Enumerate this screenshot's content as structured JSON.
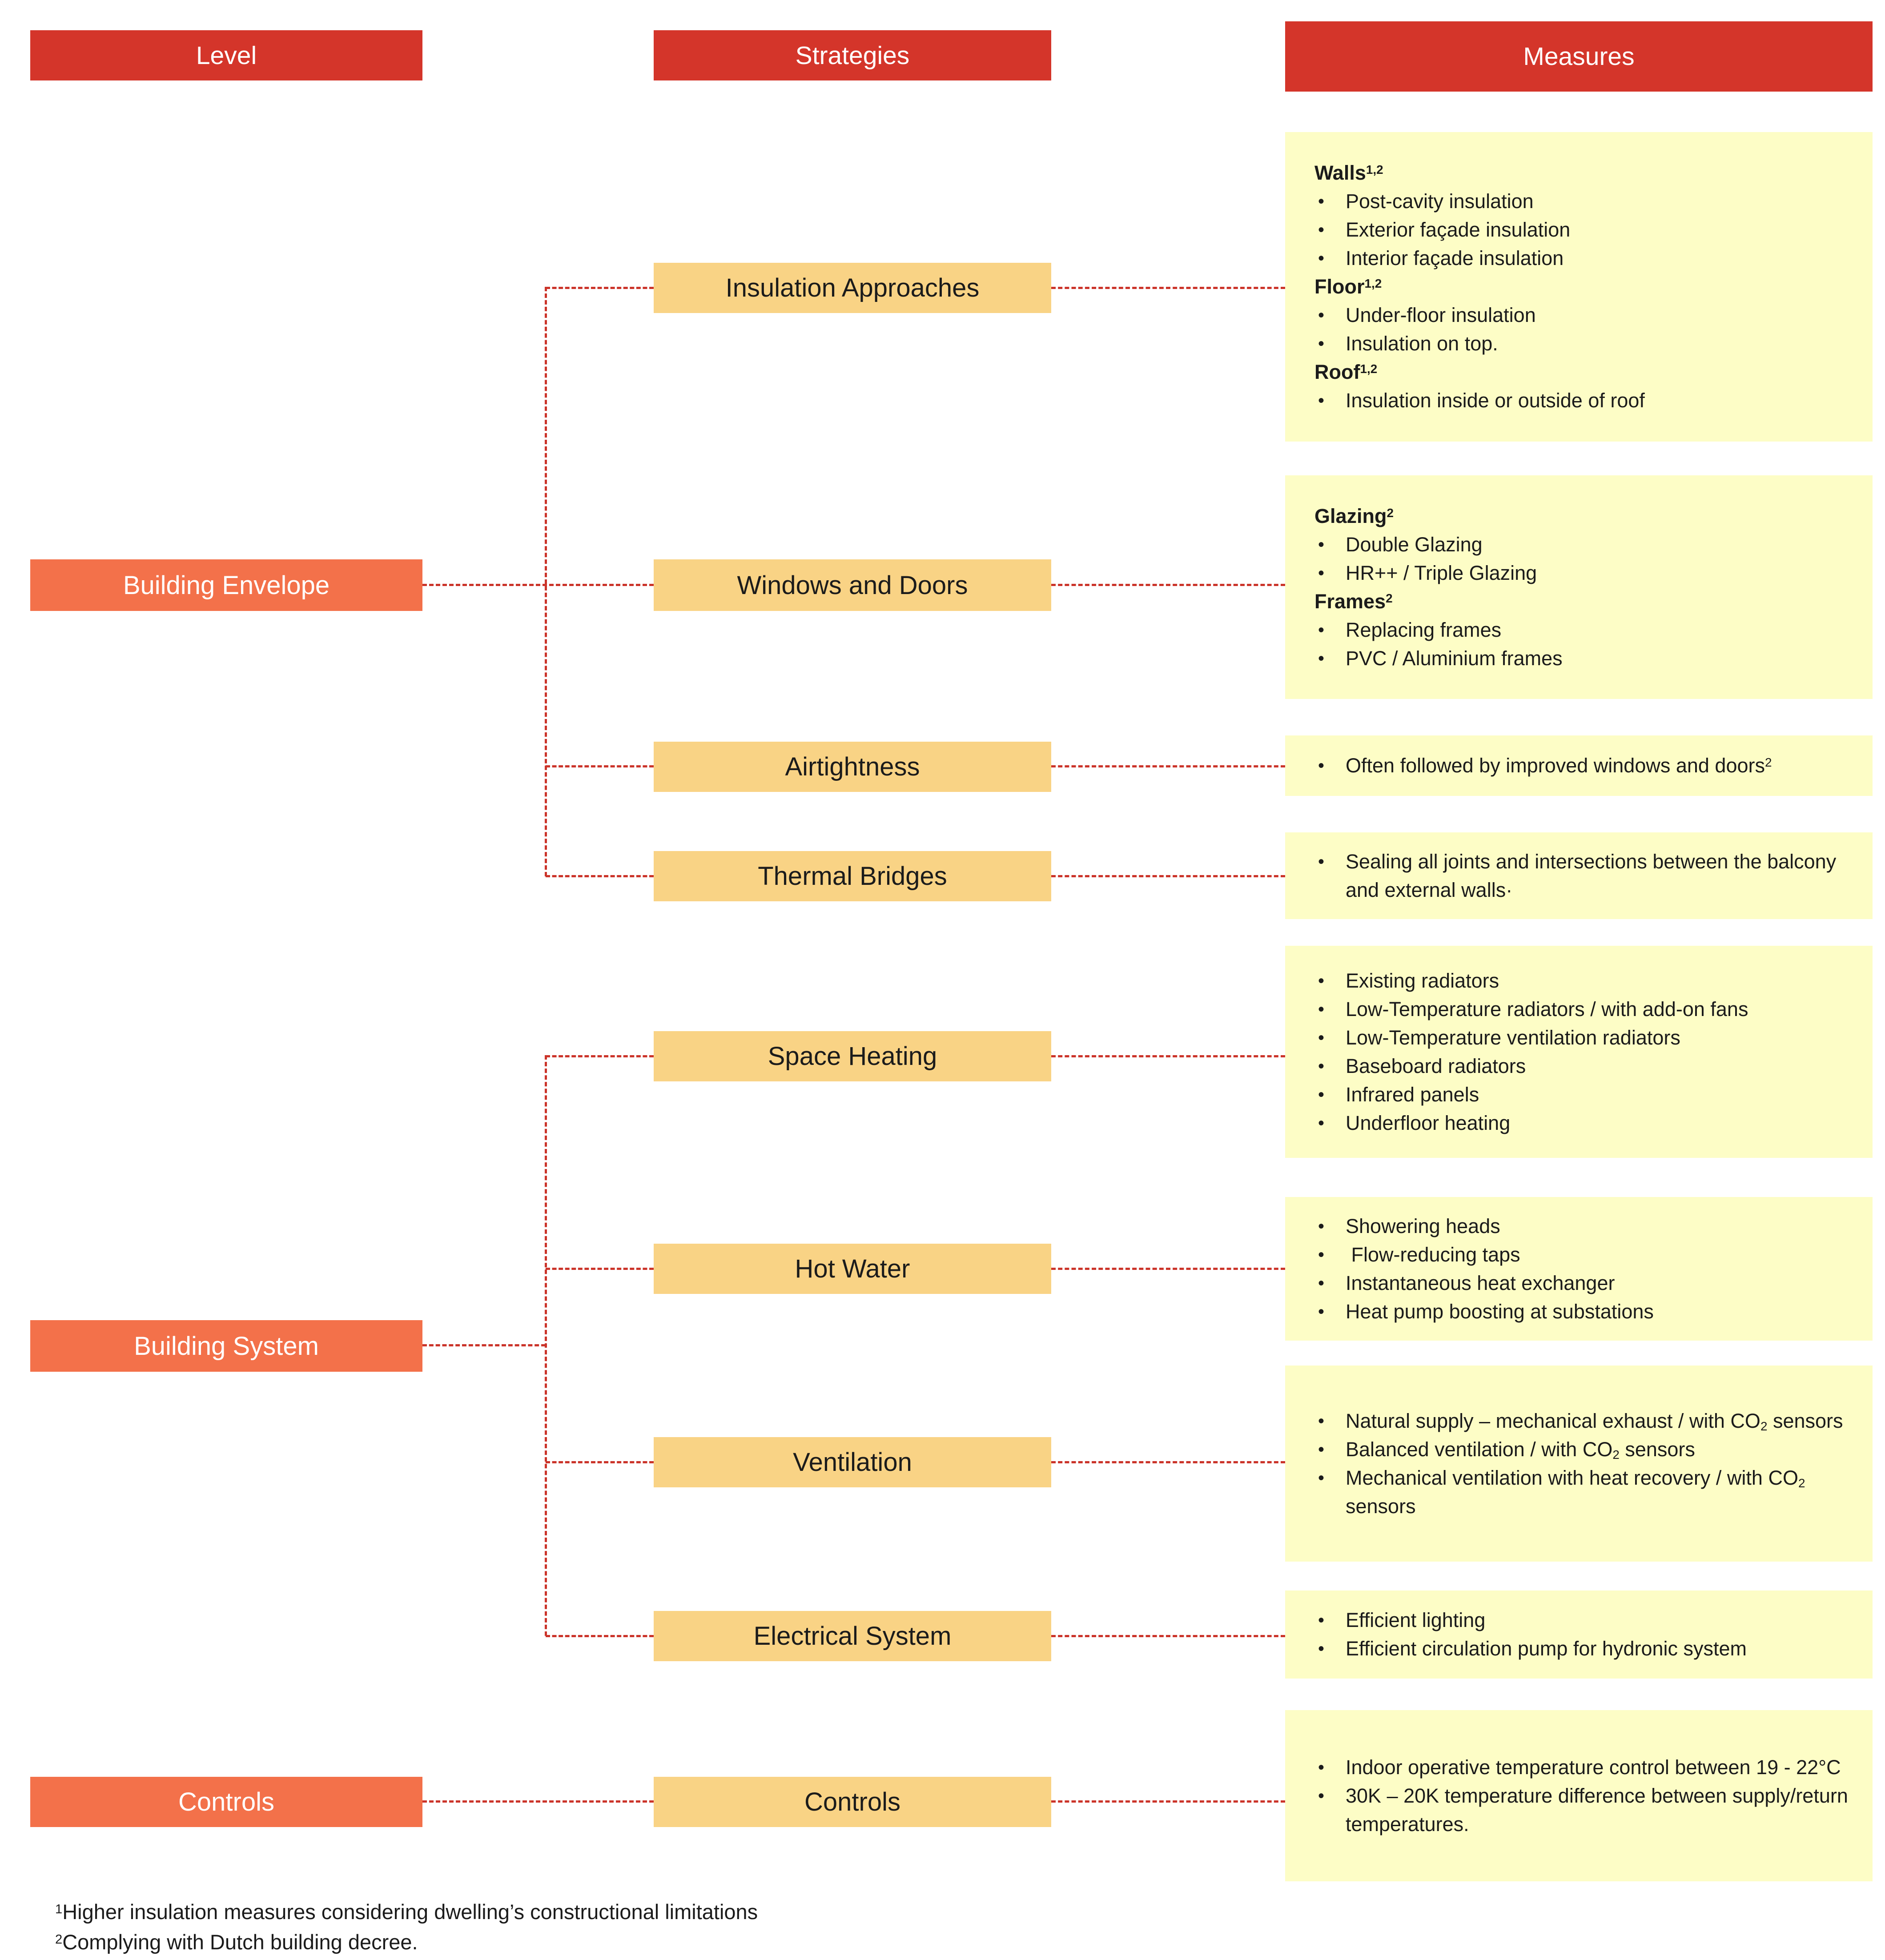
{
  "colors": {
    "header_red": "#d4352a",
    "level_orange": "#f3714a",
    "strategy_tan": "#f9d385",
    "measure_yellow": "#fdfdc6",
    "connector_red": "#cb342a",
    "text_dark": "#1b1b1b",
    "text_white": "#ffffff"
  },
  "header": {
    "level": "Level",
    "strategies": "Strategies",
    "measures": "Measures"
  },
  "levels": [
    {
      "label": "Building Envelope"
    },
    {
      "label": "Building System"
    },
    {
      "label": "Controls"
    }
  ],
  "strategies": [
    {
      "label": "Insulation Approaches"
    },
    {
      "label": "Windows and Doors"
    },
    {
      "label": "Airtightness"
    },
    {
      "label": "Thermal Bridges"
    },
    {
      "label": "Space Heating"
    },
    {
      "label": "Hot Water"
    },
    {
      "label": "Ventilation"
    },
    {
      "label": "Electrical System"
    },
    {
      "label": "Controls"
    }
  ],
  "measures": [
    {
      "name": "insulation-approaches-measures",
      "lines": [
        {
          "kind": "heading",
          "parts": [
            {
              "t": "Walls"
            },
            {
              "t": "1,2",
              "s": "sup"
            }
          ]
        },
        {
          "kind": "bullet",
          "parts": [
            {
              "t": "Post-cavity insulation"
            }
          ]
        },
        {
          "kind": "bullet",
          "parts": [
            {
              "t": "Exterior façade insulation"
            }
          ]
        },
        {
          "kind": "bullet",
          "parts": [
            {
              "t": "Interior façade insulation"
            }
          ]
        },
        {
          "kind": "heading",
          "parts": [
            {
              "t": "Floor"
            },
            {
              "t": "1,2",
              "s": "sup"
            }
          ]
        },
        {
          "kind": "bullet",
          "parts": [
            {
              "t": "Under-floor insulation"
            }
          ]
        },
        {
          "kind": "bullet",
          "parts": [
            {
              "t": "Insulation on top."
            }
          ]
        },
        {
          "kind": "heading",
          "parts": [
            {
              "t": "Roof"
            },
            {
              "t": "1,2",
              "s": "sup"
            }
          ]
        },
        {
          "kind": "bullet",
          "parts": [
            {
              "t": "Insulation inside or outside of roof"
            }
          ]
        }
      ]
    },
    {
      "name": "windows-and-doors-measures",
      "lines": [
        {
          "kind": "heading",
          "parts": [
            {
              "t": "Glazing"
            },
            {
              "t": "2",
              "s": "sup"
            }
          ]
        },
        {
          "kind": "bullet",
          "parts": [
            {
              "t": "Double Glazing"
            }
          ]
        },
        {
          "kind": "bullet",
          "parts": [
            {
              "t": "HR++ / Triple Glazing"
            }
          ]
        },
        {
          "kind": "heading",
          "parts": [
            {
              "t": "Frames"
            },
            {
              "t": "2",
              "s": "sup"
            }
          ]
        },
        {
          "kind": "bullet",
          "parts": [
            {
              "t": "Replacing frames"
            }
          ]
        },
        {
          "kind": "bullet",
          "parts": [
            {
              "t": "PVC / Aluminium frames"
            }
          ]
        }
      ]
    },
    {
      "name": "airtightness-measures",
      "lines": [
        {
          "kind": "bullet",
          "parts": [
            {
              "t": "Often followed by improved windows and doors"
            },
            {
              "t": "2",
              "s": "sup"
            }
          ]
        }
      ]
    },
    {
      "name": "thermal-bridges-measures",
      "lines": [
        {
          "kind": "bullet",
          "parts": [
            {
              "t": "Sealing all joints and intersections between the balcony and external walls·"
            }
          ]
        }
      ]
    },
    {
      "name": "space-heating-measures",
      "lines": [
        {
          "kind": "bullet",
          "parts": [
            {
              "t": "Existing radiators"
            }
          ]
        },
        {
          "kind": "bullet",
          "parts": [
            {
              "t": "Low-Temperature radiators / with add-on fans"
            }
          ]
        },
        {
          "kind": "bullet",
          "parts": [
            {
              "t": "Low-Temperature ventilation radiators"
            }
          ]
        },
        {
          "kind": "bullet",
          "parts": [
            {
              "t": "Baseboard radiators"
            }
          ]
        },
        {
          "kind": "bullet",
          "parts": [
            {
              "t": "Infrared panels"
            }
          ]
        },
        {
          "kind": "bullet",
          "parts": [
            {
              "t": "Underfloor heating"
            }
          ]
        }
      ]
    },
    {
      "name": "hot-water-measures",
      "lines": [
        {
          "kind": "bullet",
          "parts": [
            {
              "t": "Showering heads"
            }
          ]
        },
        {
          "kind": "bullet",
          "parts": [
            {
              "t": " Flow-reducing taps"
            }
          ]
        },
        {
          "kind": "bullet",
          "parts": [
            {
              "t": "Instantaneous heat exchanger"
            }
          ]
        },
        {
          "kind": "bullet",
          "parts": [
            {
              "t": "Heat pump boosting at substations"
            }
          ]
        }
      ]
    },
    {
      "name": "ventilation-measures",
      "lines": [
        {
          "kind": "bullet",
          "parts": [
            {
              "t": "Natural supply – mechanical exhaust / with CO"
            },
            {
              "t": "2",
              "s": "sub"
            },
            {
              "t": " sensors"
            }
          ]
        },
        {
          "kind": "bullet",
          "parts": [
            {
              "t": "Balanced ventilation / with CO"
            },
            {
              "t": "2",
              "s": "sub"
            },
            {
              "t": " sensors"
            }
          ]
        },
        {
          "kind": "bullet",
          "parts": [
            {
              "t": "Mechanical ventilation with heat recovery / with CO"
            },
            {
              "t": "2",
              "s": "sub"
            },
            {
              "t": " sensors"
            }
          ]
        }
      ]
    },
    {
      "name": "electrical-system-measures",
      "lines": [
        {
          "kind": "bullet",
          "parts": [
            {
              "t": "Efficient lighting"
            }
          ]
        },
        {
          "kind": "bullet",
          "parts": [
            {
              "t": "Efficient circulation pump for hydronic system"
            }
          ]
        }
      ]
    },
    {
      "name": "controls-measures",
      "lines": [
        {
          "kind": "bullet",
          "parts": [
            {
              "t": "Indoor operative temperature control between 19 - 22°C"
            }
          ]
        },
        {
          "kind": "bullet",
          "parts": [
            {
              "t": "30K – 20K temperature difference between supply/return temperatures."
            }
          ]
        }
      ]
    }
  ],
  "footnotes": [
    {
      "parts": [
        {
          "t": "1",
          "s": "sup"
        },
        {
          "t": "Higher insulation measures considering dwelling’s constructional limitations"
        }
      ]
    },
    {
      "parts": [
        {
          "t": "2",
          "s": "sup"
        },
        {
          "t": "Complying with Dutch building decree."
        }
      ]
    }
  ]
}
